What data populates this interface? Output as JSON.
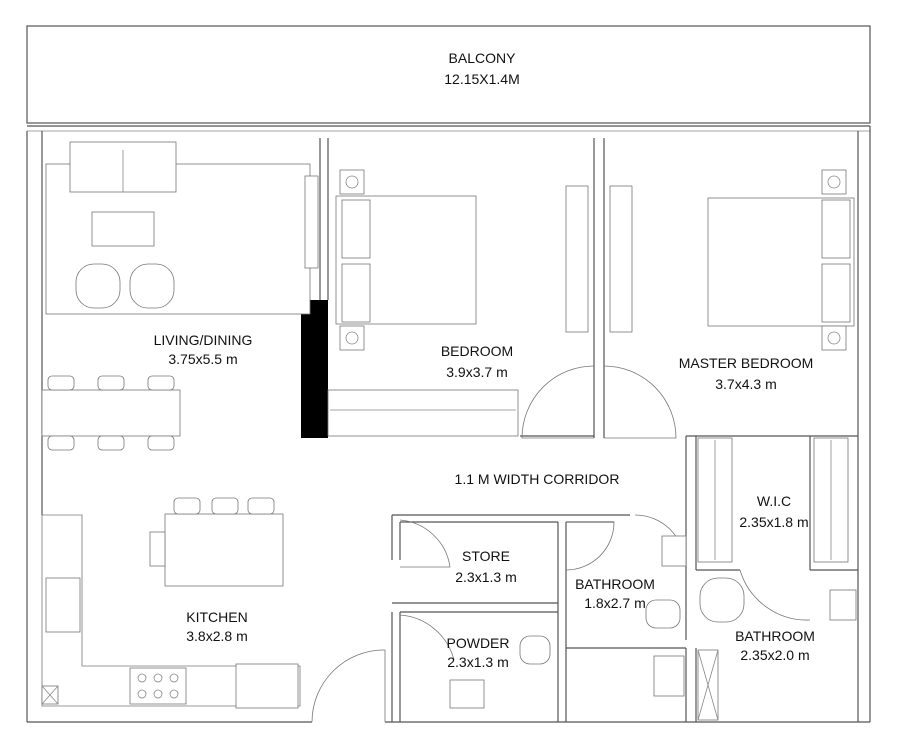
{
  "rooms": {
    "balcony": {
      "name": "BALCONY",
      "size": "12.15X1.4M"
    },
    "living": {
      "name": "LIVING/DINING",
      "size": "3.75x5.5 m"
    },
    "bedroom": {
      "name": "BEDROOM",
      "size": "3.9x3.7 m"
    },
    "master": {
      "name": "MASTER BEDROOM",
      "size": "3.7x4.3 m"
    },
    "corridor": {
      "name": "1.1 M WIDTH CORRIDOR"
    },
    "wic": {
      "name": "W.I.C",
      "size": "2.35x1.8 m"
    },
    "store": {
      "name": "STORE",
      "size": "2.3x1.3 m"
    },
    "bathroom1": {
      "name": "BATHROOM",
      "size": "1.8x2.7 m"
    },
    "bathroom2": {
      "name": "BATHROOM",
      "size": "2.35x2.0 m"
    },
    "kitchen": {
      "name": "KITCHEN",
      "size": "3.8x2.8 m"
    },
    "powder": {
      "name": "POWDER",
      "size": "2.3x1.3 m"
    }
  }
}
